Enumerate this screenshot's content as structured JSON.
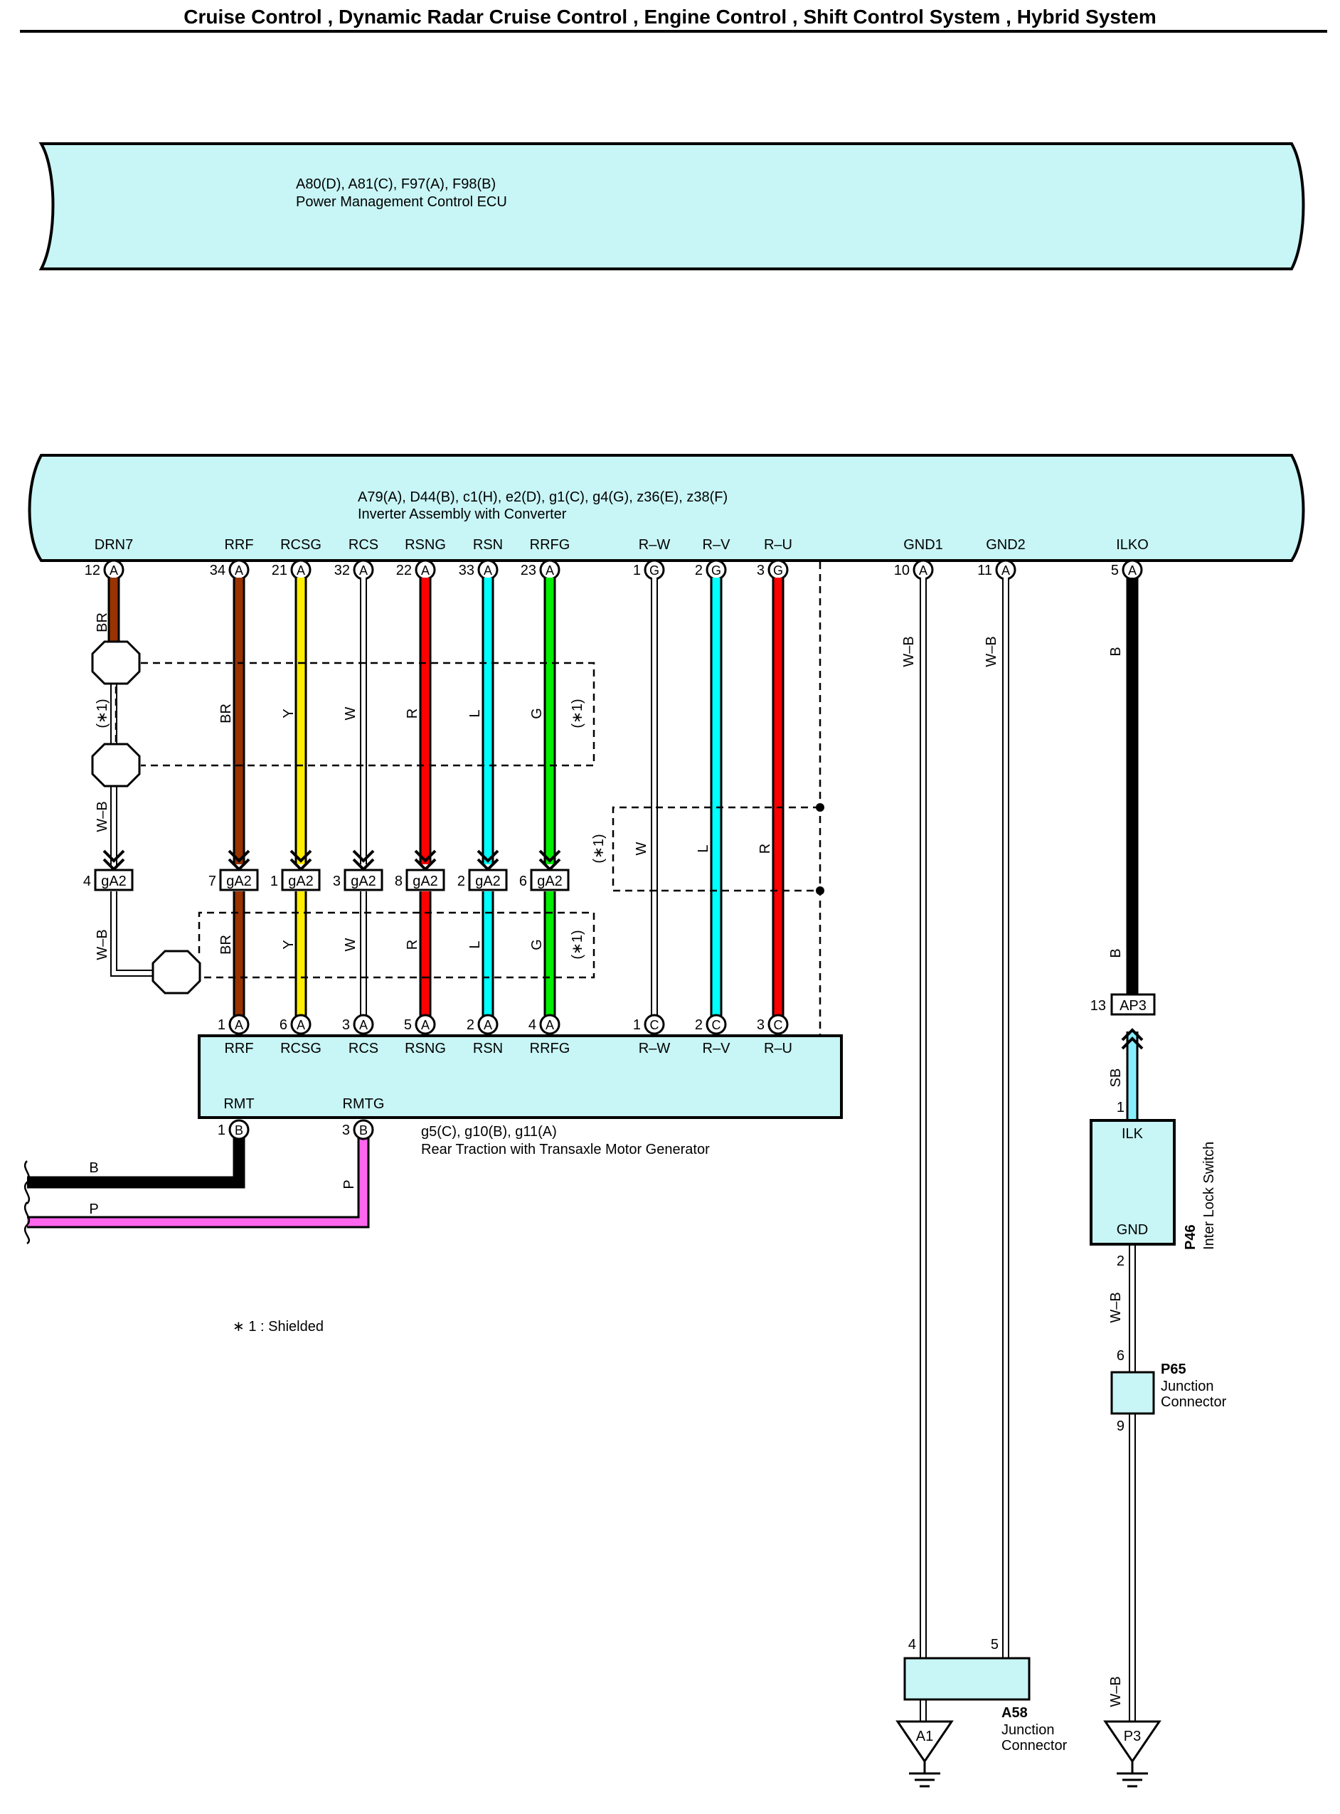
{
  "header": {
    "title": "Cruise Control , Dynamic Radar Cruise Control , Engine Control , Shift Control System , Hybrid System"
  },
  "colors": {
    "component_fill": "#c8f5f5",
    "wire_BR": "#993300",
    "wire_Y": "#ffee00",
    "wire_W": "#ffffff",
    "wire_R": "#ff0000",
    "wire_L": "#00ffff",
    "wire_G": "#00ee00",
    "wire_B": "#000000",
    "wire_P": "#ff66ee",
    "wire_SB": "#88eeff"
  },
  "components": {
    "pmc_ecu": {
      "connectors": "A80(D), A81(C), F97(A), F98(B)",
      "name": "Power Management Control ECU"
    },
    "inverter": {
      "connectors": "A79(A), D44(B), c1(H), e2(D), g1(C), g4(G), z36(E), z38(F)",
      "name": "Inverter Assembly with Converter",
      "terminals": [
        {
          "label": "DRN7",
          "pin": "12",
          "conn": "A",
          "wire": "BR"
        },
        {
          "label": "RRF",
          "pin": "34",
          "conn": "A",
          "wire": "BR"
        },
        {
          "label": "RCSG",
          "pin": "21",
          "conn": "A",
          "wire": "Y"
        },
        {
          "label": "RCS",
          "pin": "32",
          "conn": "A",
          "wire": "W"
        },
        {
          "label": "RSNG",
          "pin": "22",
          "conn": "A",
          "wire": "R"
        },
        {
          "label": "RSN",
          "pin": "33",
          "conn": "A",
          "wire": "L"
        },
        {
          "label": "RRFG",
          "pin": "23",
          "conn": "A",
          "wire": "G"
        },
        {
          "label": "R–W",
          "pin": "1",
          "conn": "G",
          "wire": "W"
        },
        {
          "label": "R–V",
          "pin": "2",
          "conn": "G",
          "wire": "L"
        },
        {
          "label": "R–U",
          "pin": "3",
          "conn": "G",
          "wire": "R"
        },
        {
          "label": "GND1",
          "pin": "10",
          "conn": "A",
          "wire": "W–B"
        },
        {
          "label": "GND2",
          "pin": "11",
          "conn": "A",
          "wire": "W–B"
        },
        {
          "label": "ILKO",
          "pin": "5",
          "conn": "A",
          "wire": "B"
        }
      ]
    },
    "motor_generator": {
      "connectors": "g5(C), g10(B), g11(A)",
      "name": "Rear Traction with Transaxle Motor Generator",
      "top_terminals": [
        {
          "label": "RRF",
          "pin": "1",
          "conn": "A"
        },
        {
          "label": "RCSG",
          "pin": "6",
          "conn": "A"
        },
        {
          "label": "RCS",
          "pin": "3",
          "conn": "A"
        },
        {
          "label": "RSNG",
          "pin": "5",
          "conn": "A"
        },
        {
          "label": "RSN",
          "pin": "2",
          "conn": "A"
        },
        {
          "label": "RRFG",
          "pin": "4",
          "conn": "A"
        },
        {
          "label": "R–W",
          "pin": "1",
          "conn": "C"
        },
        {
          "label": "R–V",
          "pin": "2",
          "conn": "C"
        },
        {
          "label": "R–U",
          "pin": "3",
          "conn": "C"
        }
      ],
      "bottom_terminals": [
        {
          "label": "RMT",
          "pin": "1",
          "conn": "B",
          "wire": "B"
        },
        {
          "label": "RMTG",
          "pin": "3",
          "conn": "B",
          "wire": "P"
        }
      ]
    },
    "interlock_switch": {
      "code": "P46",
      "name": "Inter Lock Switch",
      "term_top": "ILK",
      "term_bottom": "GND",
      "pin_top": "1",
      "pin_bottom": "2"
    },
    "junction_p65": {
      "code": "P65",
      "name_line1": "Junction",
      "name_line2": "Connector",
      "pin_in": "6",
      "pin_out": "9"
    },
    "junction_a58": {
      "code": "A58",
      "name_line1": "Junction",
      "name_line2": "Connector",
      "pin_left": "4",
      "pin_right": "5"
    }
  },
  "inline_connectors": {
    "ga2": {
      "name": "gA2",
      "pins": [
        "4",
        "7",
        "1",
        "3",
        "8",
        "2",
        "6"
      ]
    },
    "ap3": {
      "name": "AP3",
      "pin": "13"
    }
  },
  "wire_labels": {
    "drn7_top": "BR",
    "drn7_mid": "W–B",
    "drn7_low": "W–B",
    "upper_group": [
      "BR",
      "Y",
      "W",
      "R",
      "L",
      "G"
    ],
    "lower_group": [
      "BR",
      "Y",
      "W",
      "R",
      "L",
      "G"
    ],
    "phase_group": [
      "W",
      "L",
      "R"
    ],
    "gnd1": "W–B",
    "gnd2": "W–B",
    "ilko_top": "B",
    "ilko_low": "B",
    "ilk_sb": "SB",
    "switch_gnd": "W–B",
    "p3_wire": "W–B",
    "rmt_wire": "B",
    "rmtg_wire": "P"
  },
  "shield_marks": {
    "upper_left": "(∗1)",
    "upper_right": "(∗1)",
    "lower_right": "(∗1)",
    "phase": "(∗1)"
  },
  "grounds": {
    "a1": "A1",
    "p3": "P3"
  },
  "footnote": "∗ 1 : Shielded"
}
